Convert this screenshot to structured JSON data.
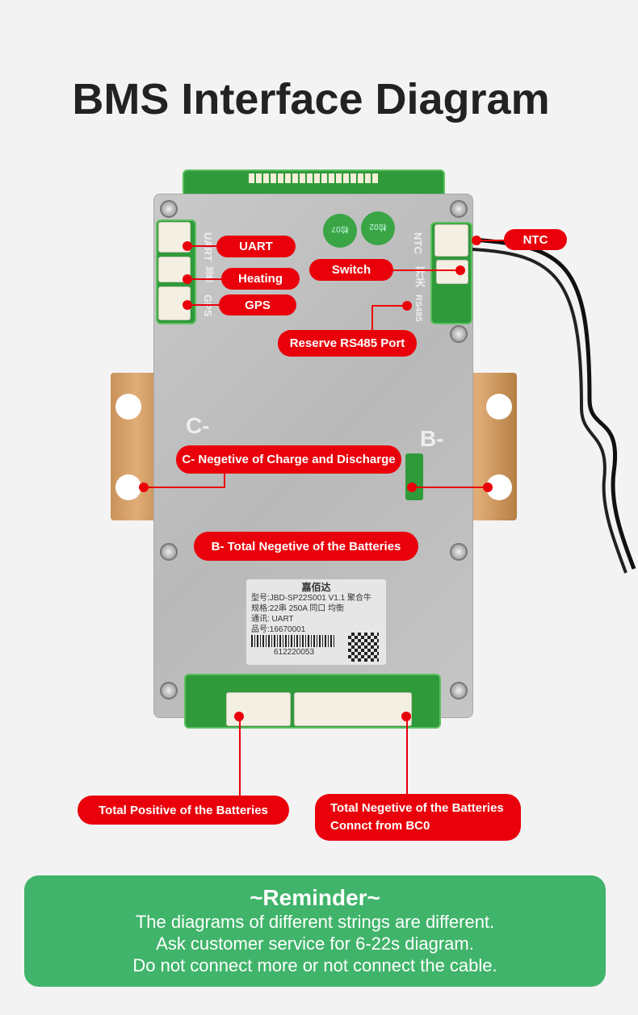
{
  "title": "BMS Interface Diagram",
  "labels": {
    "uart": "UART",
    "heating": "Heating",
    "gps": "GPS",
    "switch": "Switch",
    "ntc": "NTC",
    "rs485": "Reserve RS485 Port",
    "c_minus": "C- Negetive of Charge and Discharge",
    "b_minus": "B- Total Negetive of the Batteries",
    "total_positive": "Total Positive of the Batteries",
    "total_negative_1": "Total Negetive of the Batteries",
    "total_negative_2": "Connct from BC0"
  },
  "board_silk": {
    "uart": "UART",
    "heating": "加热",
    "gps": "GPS",
    "ntc": "NTC",
    "switch": "开关",
    "rs485": "RS485",
    "c": "C-",
    "b": "B-",
    "stamp1": "检07",
    "stamp2": "检02"
  },
  "sticker": {
    "brand": "嘉佰达",
    "model": "型号:JBD-SP22S001 V1.1 聚合牛",
    "spec": "规格:22串 250A 同口 均衡",
    "comm": "通讯: UART",
    "part": "品号:16670001",
    "barcode": "612220053"
  },
  "reminder": {
    "title": "~Reminder~",
    "lines": [
      "The diagrams of different strings are different.",
      "Ask customer service for 6-22s diagram.",
      "Do not connect more or not connect the cable."
    ]
  }
}
